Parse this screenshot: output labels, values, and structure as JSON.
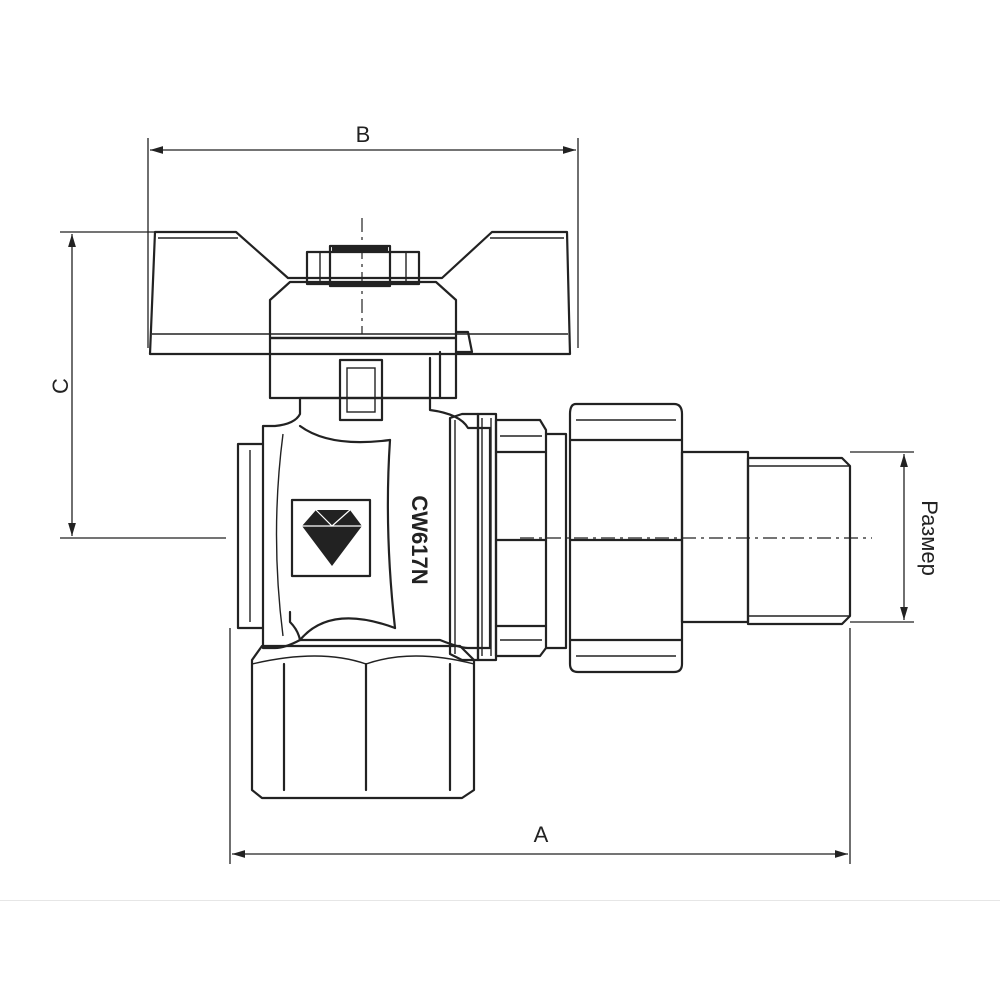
{
  "dimensions": {
    "a": "A",
    "b": "B",
    "c": "C",
    "size": "Размер"
  },
  "body_marking": "CW617N",
  "logo": "diamond-logo"
}
